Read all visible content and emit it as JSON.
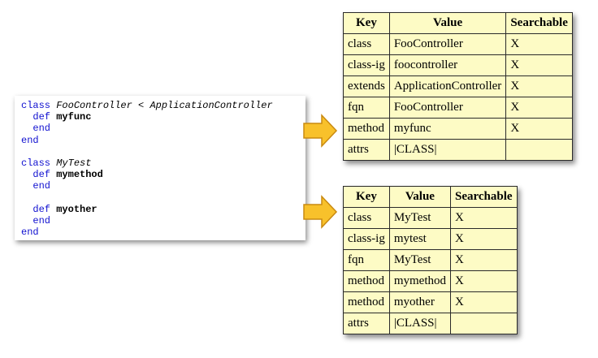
{
  "code": {
    "lines": [
      [
        {
          "t": "class ",
          "c": "kw"
        },
        {
          "t": "FooController",
          "c": "name-it"
        },
        {
          "t": " < ",
          "c": ""
        },
        {
          "t": "ApplicationController",
          "c": "name-it"
        }
      ],
      [
        {
          "t": "  def ",
          "c": "kw"
        },
        {
          "t": "myfunc",
          "c": "name-b"
        }
      ],
      [
        {
          "t": "  end",
          "c": "kw"
        }
      ],
      [
        {
          "t": "end",
          "c": "kw"
        }
      ],
      [],
      [
        {
          "t": "class ",
          "c": "kw"
        },
        {
          "t": "MyTest",
          "c": "name-it"
        }
      ],
      [
        {
          "t": "  def ",
          "c": "kw"
        },
        {
          "t": "mymethod",
          "c": "name-b"
        }
      ],
      [
        {
          "t": "  end",
          "c": "kw"
        }
      ],
      [],
      [
        {
          "t": "  def ",
          "c": "kw"
        },
        {
          "t": "myother",
          "c": "name-b"
        }
      ],
      [
        {
          "t": "  end",
          "c": "kw"
        }
      ],
      [
        {
          "t": "end",
          "c": "kw"
        }
      ]
    ]
  },
  "colors": {
    "keyword": "#1010d0",
    "table_fill": "#fdfbc5",
    "arrow_fill": "#f8c12b",
    "arrow_stroke": "#c98a10"
  },
  "table1": {
    "headers": [
      "Key",
      "Value",
      "Searchable"
    ],
    "rows": [
      [
        "class",
        "FooController",
        "X"
      ],
      [
        "class-ig",
        "foocontroller",
        "X"
      ],
      [
        "extends",
        "ApplicationController",
        "X"
      ],
      [
        "fqn",
        "FooController",
        "X"
      ],
      [
        "method",
        "myfunc",
        "X"
      ],
      [
        "attrs",
        "|CLASS|",
        ""
      ]
    ]
  },
  "table2": {
    "headers": [
      "Key",
      "Value",
      "Searchable"
    ],
    "rows": [
      [
        "class",
        "MyTest",
        "X"
      ],
      [
        "class-ig",
        "mytest",
        "X"
      ],
      [
        "fqn",
        "MyTest",
        "X"
      ],
      [
        "method",
        "mymethod",
        "X"
      ],
      [
        "method",
        "myother",
        "X"
      ],
      [
        "attrs",
        "|CLASS|",
        ""
      ]
    ]
  }
}
